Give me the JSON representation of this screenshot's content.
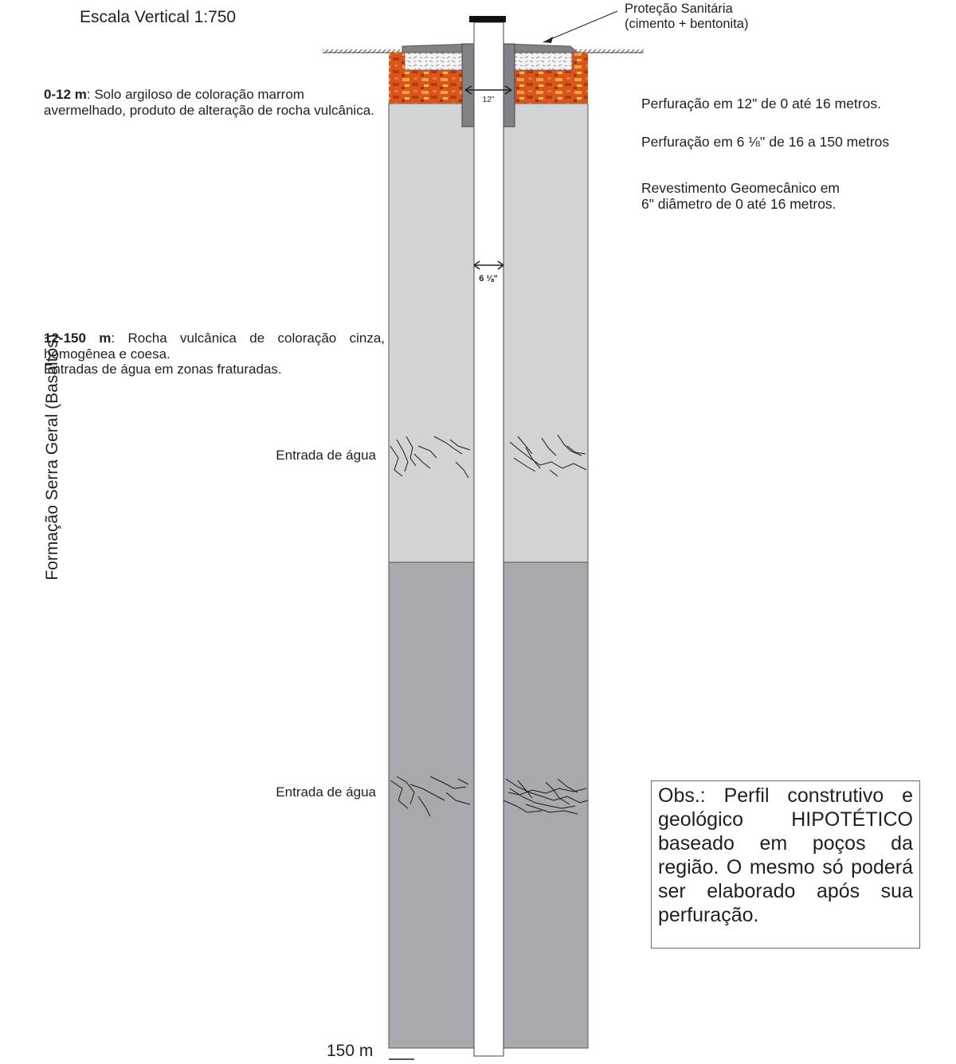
{
  "title": "Escala Vertical  1:750",
  "sanitary_protection": {
    "line1": "Proteção Sanitária",
    "line2": "(cimento + bentonita)"
  },
  "layers": [
    {
      "range": "0-12 m",
      "text": ": Solo argiloso de coloração marrom avermelhado, produto de alteração de rocha vulcânica."
    },
    {
      "range": "12-150 m",
      "text_line1": ": Rocha vulcânica de coloração cinza, homogênea e coesa.",
      "text_line2": "Entradas de água em zonas fraturadas."
    }
  ],
  "specs": {
    "drilling_12": "Perfuração em 12\" de 0 até 16 metros.",
    "drilling_6": "Perfuração em 6 ⅛'' de 16 a 150 metros",
    "casing_line1": "Revestimento Geomecânico em",
    "casing_line2": "6\" diâmetro de 0 até 16 metros."
  },
  "water_entries": [
    "Entrada de água",
    "Entrada de água"
  ],
  "diameters": {
    "upper": "12\"",
    "lower": "6 ⅛\""
  },
  "formation": "Formação Serra Geral (Basaltos)",
  "depth_label": "150 m",
  "note": {
    "l1": "Obs.: Perfil construtivo e",
    "l2": "geológico HIPOTÉTICO",
    "l3": "baseado em poços da",
    "l4": "região. O mesmo só poderá",
    "l5": "ser elaborado após sua",
    "l6": "perfuração."
  },
  "colors": {
    "soil": "#d9551c",
    "rock_light": "#d2d3d5",
    "rock_dark": "#a7a9ac",
    "casing": "#808285"
  }
}
